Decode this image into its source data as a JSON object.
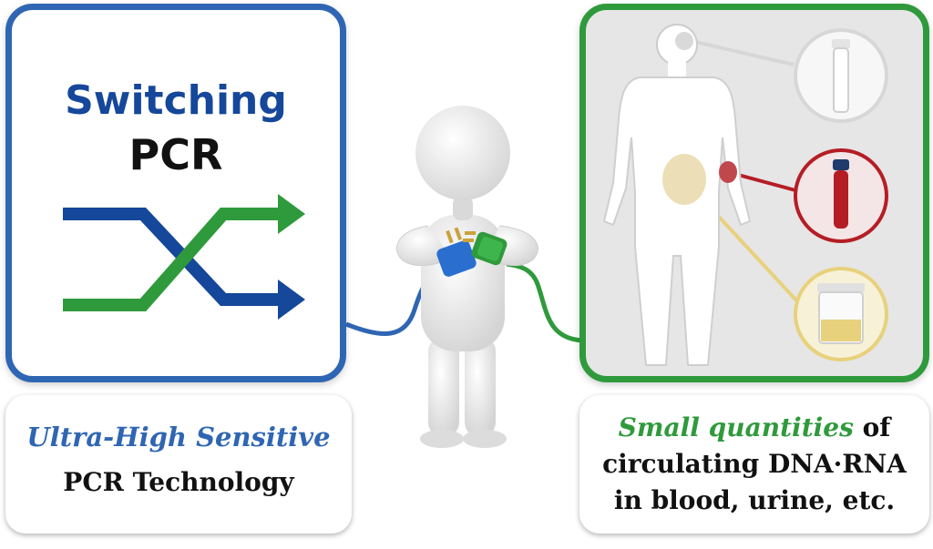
{
  "left_panel": {
    "title_line1": "Switching",
    "title_line2": "PCR",
    "icon": "shuffle-arrows-icon",
    "colors": {
      "border": "#2f66b3",
      "title": "#15479a",
      "arrow_blue": "#15479a",
      "arrow_green": "#2f9a3c"
    }
  },
  "left_caption": {
    "line1": "Ultra-High Sensitive",
    "line2": "PCR Technology"
  },
  "center": {
    "figure": "person-with-plugs-icon"
  },
  "right_panel": {
    "figure": "human-body-silhouette-icon",
    "samples": [
      "saliva-tube-icon",
      "blood-tube-icon",
      "urine-cup-icon"
    ],
    "colors": {
      "border": "#2f9a3c",
      "tube_outline": "#d7d7d7",
      "blood": "#b51d25",
      "urine": "#e8d17c"
    }
  },
  "right_caption": {
    "line1_em": "Small quantities",
    "line1_rest": " of",
    "line2": "circulating DNA·RNA",
    "line3": "in blood, urine, etc."
  }
}
